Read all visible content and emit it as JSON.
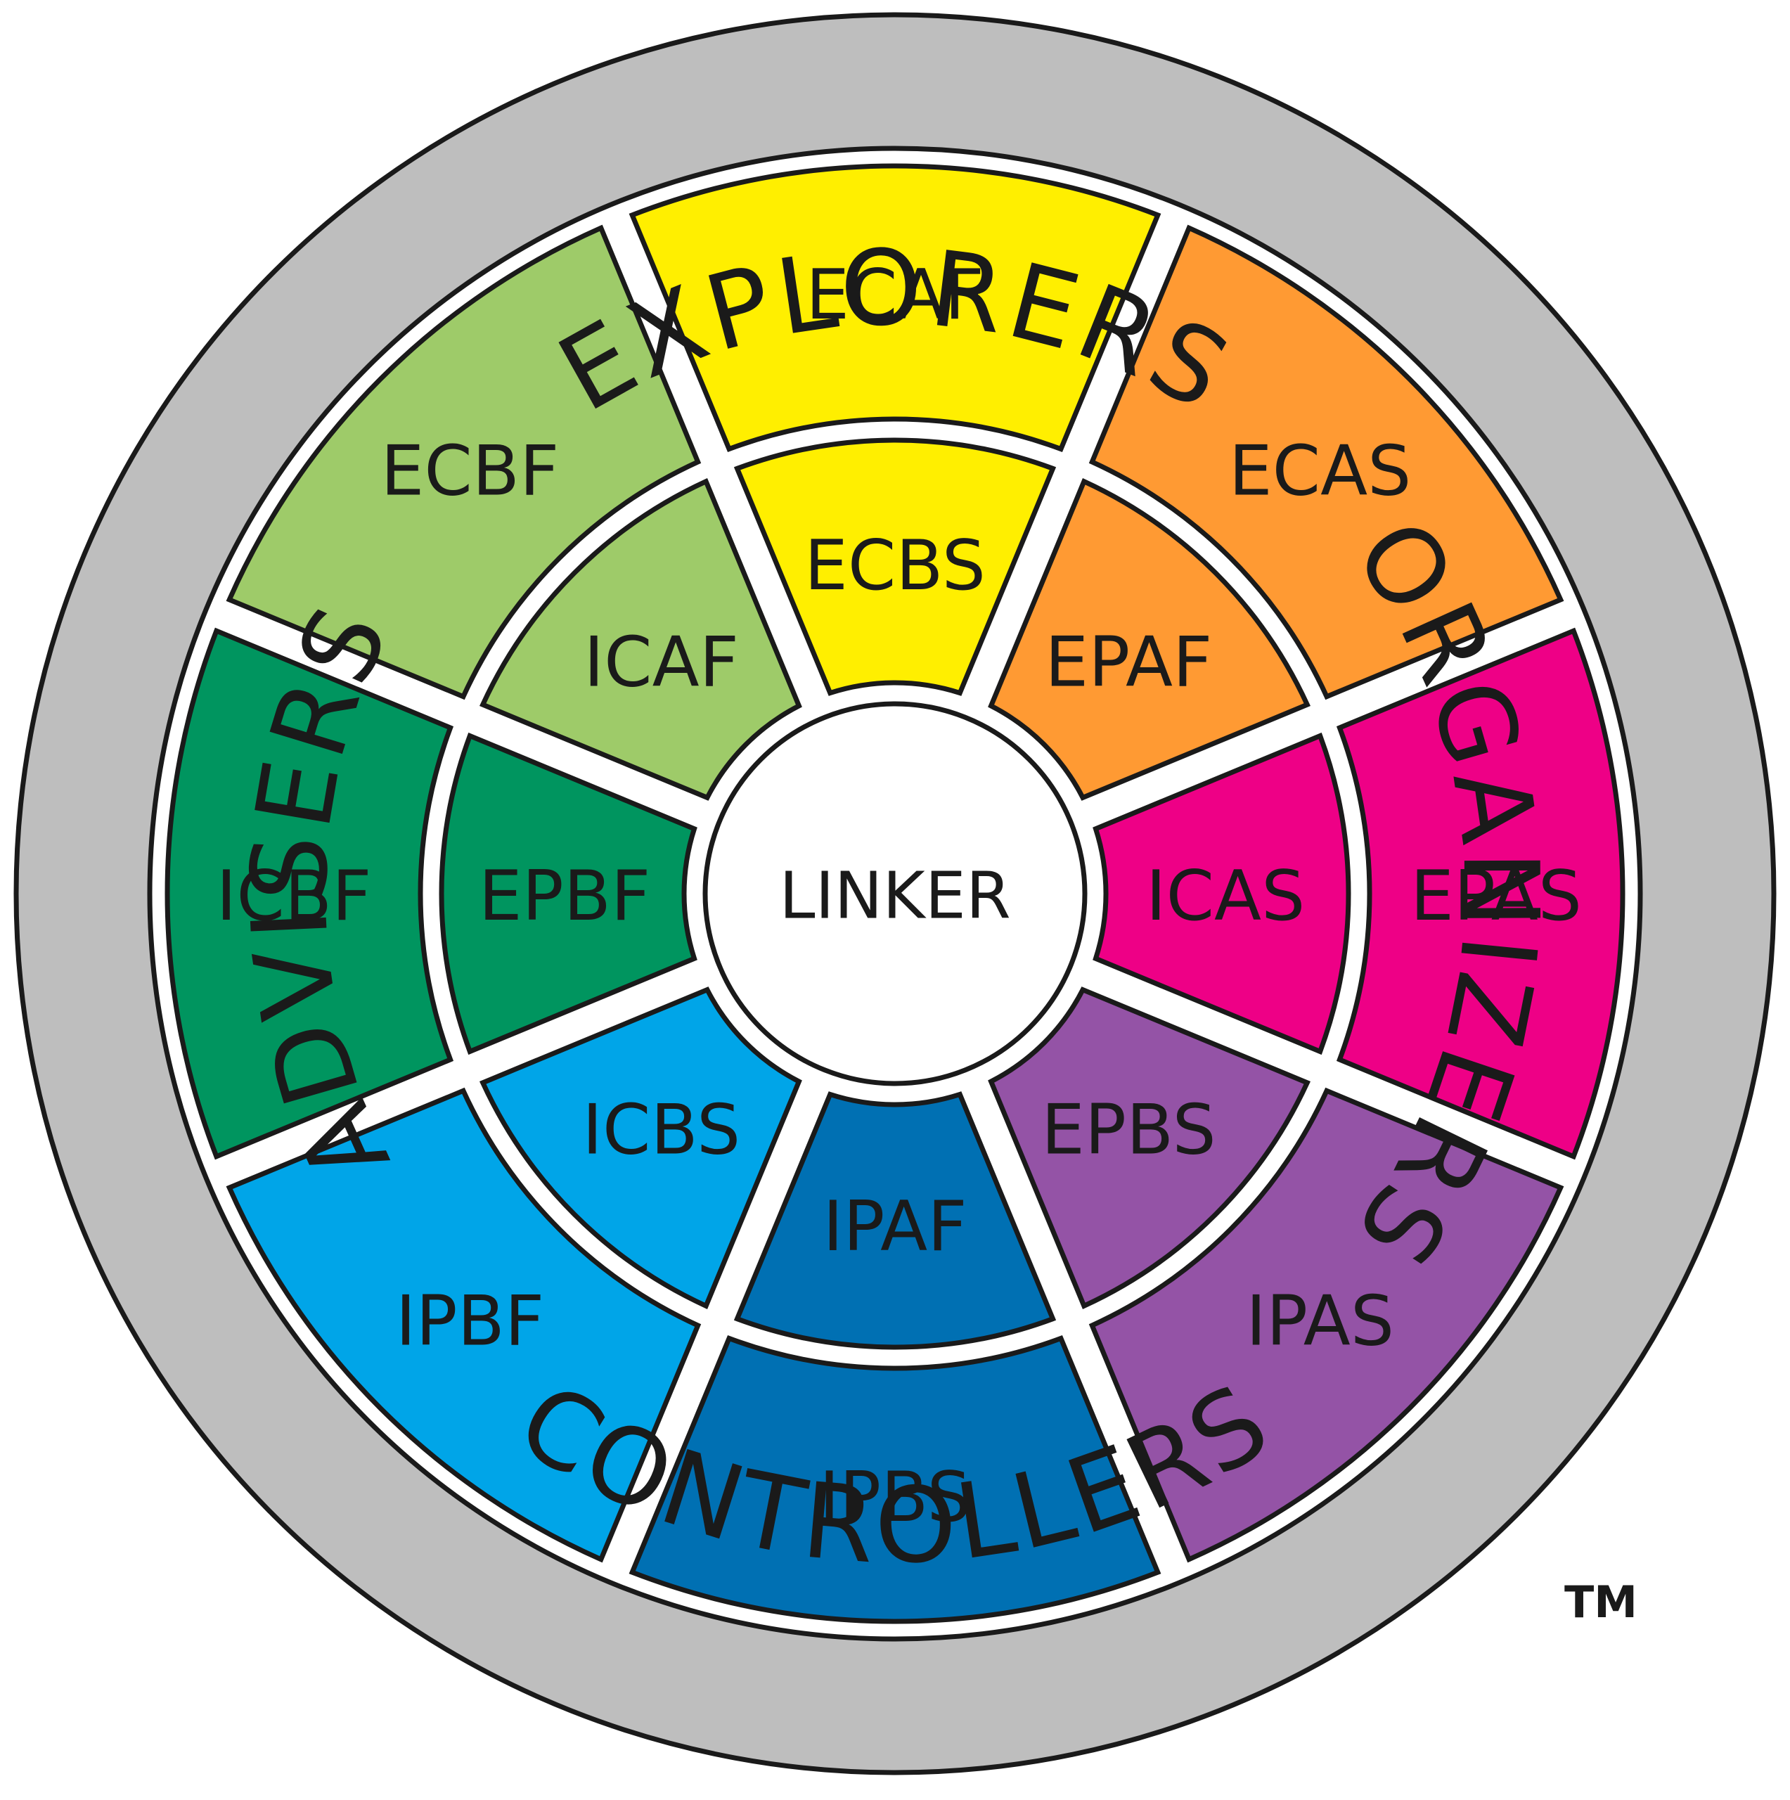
{
  "center": {
    "label": "LINKER"
  },
  "trademark": "TM",
  "quadrants": [
    {
      "id": "explorers",
      "label": "EXPLORERS",
      "side": "top"
    },
    {
      "id": "organizers",
      "label": "ORGANIZERS",
      "side": "right"
    },
    {
      "id": "controllers",
      "label": "CONTROLLERS",
      "side": "bottom"
    },
    {
      "id": "advisers",
      "label": "ADVISERS",
      "side": "left"
    }
  ],
  "sectors": [
    {
      "outer": "ECAF",
      "inner": "ECBS",
      "color": "#FFEF00"
    },
    {
      "outer": "ECAS",
      "inner": "EPAF",
      "color": "#FF9A33"
    },
    {
      "outer": "EPAS",
      "inner": "ICAS",
      "color": "#EE0086"
    },
    {
      "outer": "IPAS",
      "inner": "EPBS",
      "color": "#9453A6"
    },
    {
      "outer": "IPBS",
      "inner": "IPAF",
      "color": "#0070B3"
    },
    {
      "outer": "IPBF",
      "inner": "ICBS",
      "color": "#00A5E8"
    },
    {
      "outer": "ICBF",
      "inner": "EPBF",
      "color": "#00955F"
    },
    {
      "outer": "ECBF",
      "inner": "ICAF",
      "color": "#9ECB69"
    }
  ],
  "colors": {
    "ring": "#BEBEBE",
    "stroke": "#1A1A1A",
    "gap": "#FFFFFF"
  }
}
